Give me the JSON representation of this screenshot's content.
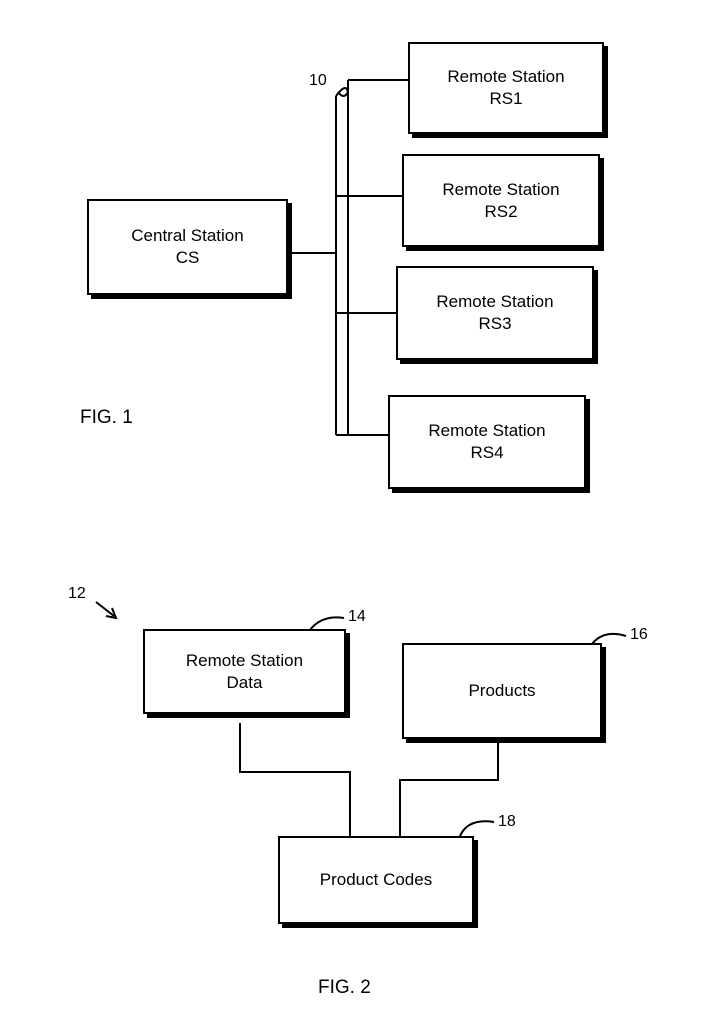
{
  "fig1": {
    "caption": "FIG. 1",
    "ref_10": "10",
    "central": {
      "line1": "Central Station",
      "line2": "CS"
    },
    "remotes": [
      {
        "line1": "Remote Station",
        "line2": "RS1"
      },
      {
        "line1": "Remote Station",
        "line2": "RS2"
      },
      {
        "line1": "Remote Station",
        "line2": "RS3"
      },
      {
        "line1": "Remote Station",
        "line2": "RS4"
      }
    ]
  },
  "fig2": {
    "caption": "FIG. 2",
    "ref_12": "12",
    "ref_14": "14",
    "ref_16": "16",
    "ref_18": "18",
    "remote_data": {
      "line1": "Remote Station",
      "line2": "Data"
    },
    "products": "Products",
    "product_codes": "Product Codes"
  }
}
